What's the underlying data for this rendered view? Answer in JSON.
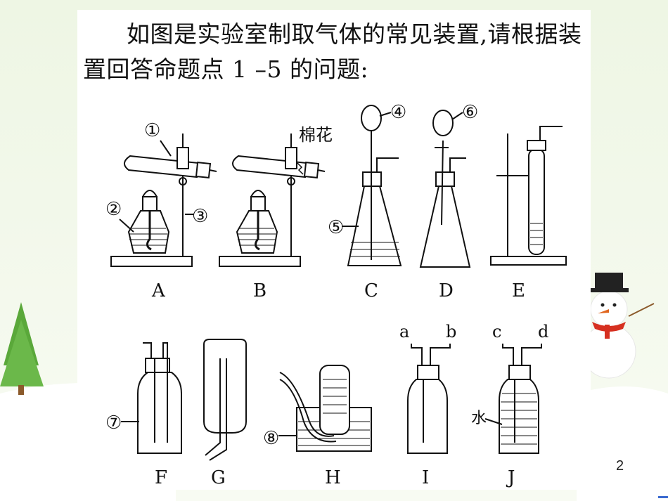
{
  "slide": {
    "title": "如图是实验室制取气体的常见装置,请根据装置回答命题点 1 –5 的问题:",
    "page_number": "2"
  },
  "labels": {
    "circle_1": "①",
    "circle_2": "②",
    "circle_3": "③",
    "circle_4": "④",
    "circle_5": "⑤",
    "circle_6": "⑥",
    "circle_7": "⑦",
    "circle_8": "⑧",
    "cotton": "棉花",
    "water": "水",
    "port_a": "a",
    "port_b": "b",
    "port_c": "c",
    "port_d": "d"
  },
  "apparatus": [
    "A",
    "B",
    "C",
    "D",
    "E",
    "F",
    "G",
    "H",
    "I",
    "J"
  ],
  "colors": {
    "line": "#111111",
    "glass_fill": "#ffffff",
    "snow": "#ffffff",
    "tree": "#5aa83a"
  }
}
